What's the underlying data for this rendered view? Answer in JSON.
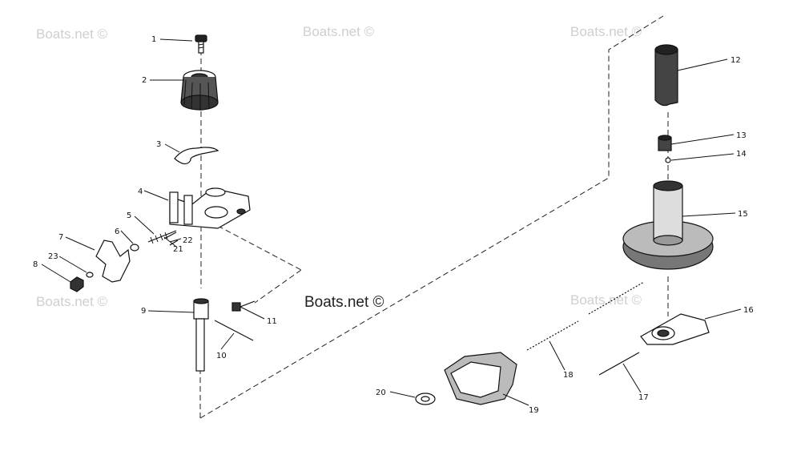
{
  "watermarks": {
    "top_left": "Boats.net ©",
    "top_center": "Boats.net ©",
    "top_right": "Boats.net ©",
    "left_mid": "Boats.net ©",
    "right_mid": "Boats.net ©",
    "center": "Boats.net ©"
  },
  "callouts": {
    "c1": "1",
    "c2": "2",
    "c3": "3",
    "c4": "4",
    "c5": "5",
    "c6": "6",
    "c7": "7",
    "c8": "8",
    "c9": "9",
    "c10": "10",
    "c11": "11",
    "c12": "12",
    "c13": "13",
    "c14": "14",
    "c15": "15",
    "c16": "16",
    "c17": "17",
    "c18": "18",
    "c19": "19",
    "c20": "20",
    "c21": "21",
    "c22": "22",
    "c23": "23"
  },
  "colors": {
    "line": "#111111",
    "watermark": "#cfcfcf",
    "background": "#ffffff"
  }
}
